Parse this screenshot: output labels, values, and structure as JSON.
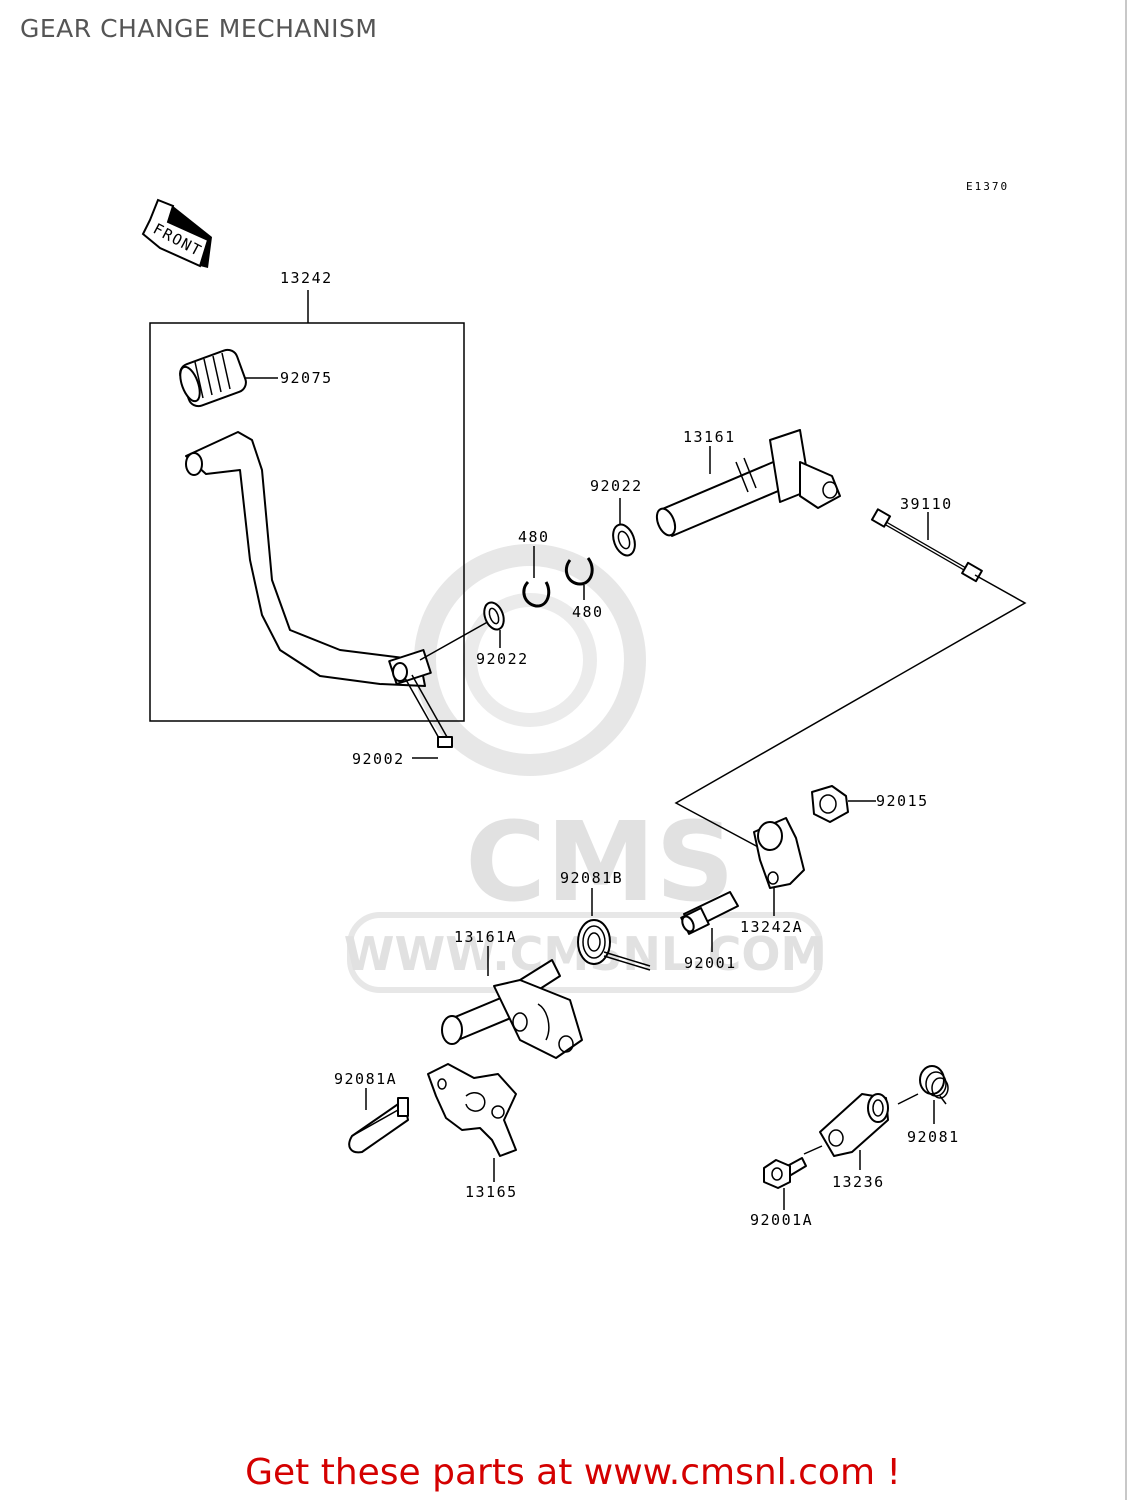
{
  "page": {
    "title": "GEAR CHANGE MECHANISM",
    "diagram_code": "E1370",
    "front_label": "FRONT",
    "watermark_main": "CMS",
    "watermark_url": "WWW.CMSNL.COM",
    "promo": "Get these parts at www.cmsnl.com !"
  },
  "labels": {
    "l13242": "13242",
    "l92075": "92075",
    "l13161": "13161",
    "l92022a": "92022",
    "l39110": "39110",
    "l480a": "480",
    "l480b": "480",
    "l92022b": "92022",
    "l92002": "92002",
    "l92015": "92015",
    "l92081B": "92081B",
    "l13161A": "13161A",
    "l13242A": "13242A",
    "l92001": "92001",
    "l92081A": "92081A",
    "l13165": "13165",
    "l13236": "13236",
    "l92081": "92081",
    "l92001A": "92001A"
  }
}
